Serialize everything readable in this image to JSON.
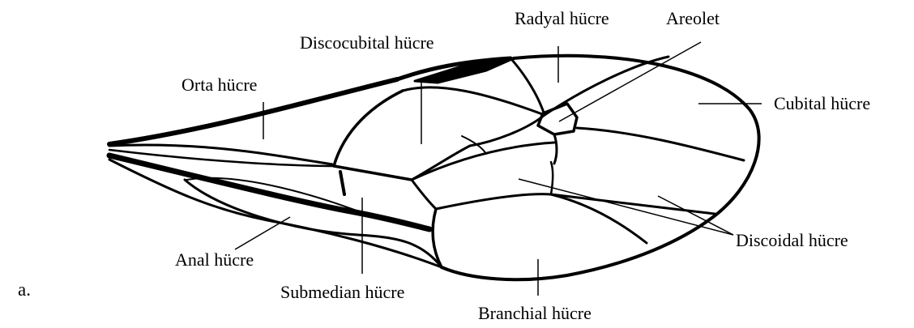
{
  "figure": {
    "panel_label": "a.",
    "header_fragment": "",
    "line_color": "#000000",
    "background": "#ffffff"
  },
  "labels": {
    "radyal": "Radyal hücre",
    "areolet": "Areolet",
    "discocubital": "Discocubital hücre",
    "orta": "Orta hücre",
    "cubital": "Cubital hücre",
    "discoidal": "Discoidal hücre",
    "anal": "Anal hücre",
    "submedian": "Submedian hücre",
    "branchial": "Branchial hücre"
  }
}
